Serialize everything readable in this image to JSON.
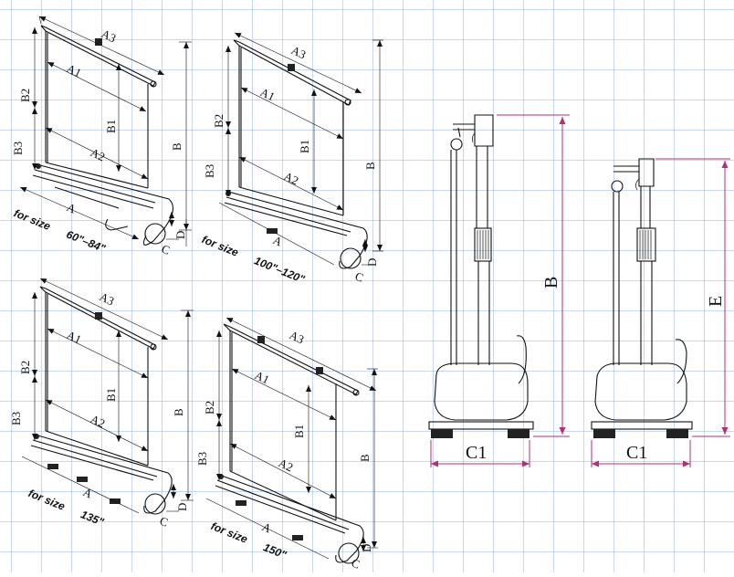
{
  "colors": {
    "grid": "#8fb0e4",
    "line": "#111111",
    "arrow": "#b0307a",
    "background": "#ffffff"
  },
  "figures": [
    {
      "id": "fig-60-84",
      "size_prefix": "for size",
      "size_value": "60\"–84\"",
      "labels": {
        "a3": "A3",
        "a1": "A1",
        "a2": "A2",
        "a": "A",
        "b": "B",
        "b1": "B1",
        "b2": "B2",
        "b3": "B3",
        "c": "C",
        "d": "D"
      }
    },
    {
      "id": "fig-100-120",
      "size_prefix": "for size",
      "size_value": "100\"–120\"",
      "labels": {
        "a3": "A3",
        "a1": "A1",
        "a2": "A2",
        "a": "A",
        "b": "B",
        "b1": "B1",
        "b2": "B2",
        "b3": "B3",
        "c": "C",
        "d": "D"
      }
    },
    {
      "id": "fig-135",
      "size_prefix": "for size",
      "size_value": "135\"",
      "labels": {
        "a3": "A3",
        "a1": "A1",
        "a2": "A2",
        "a": "A",
        "b": "B",
        "b1": "B1",
        "b2": "B2",
        "b3": "B3",
        "c": "C",
        "d": "D"
      }
    },
    {
      "id": "fig-150",
      "size_prefix": "for size",
      "size_value": "150\"",
      "labels": {
        "a3": "A3",
        "a1": "A1",
        "a2": "A2",
        "a": "A",
        "b": "B",
        "b1": "B1",
        "b2": "B2",
        "b3": "B3",
        "c": "C",
        "d": "D"
      }
    }
  ],
  "side_views": [
    {
      "id": "side-left",
      "height_label": "B",
      "width_label": "C1"
    },
    {
      "id": "side-right",
      "height_label": "E",
      "width_label": "C1"
    }
  ]
}
